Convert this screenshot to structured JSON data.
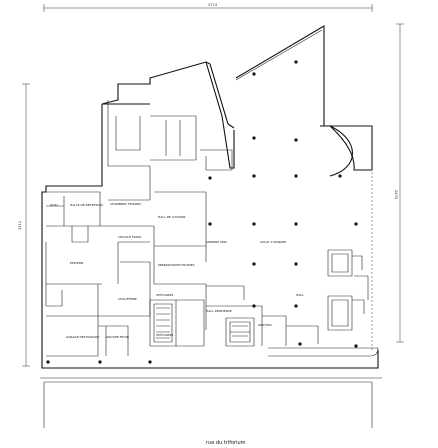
{
  "rooms": {
    "chambres_froides": "CHAMBRES FROIDES",
    "quai": "QUAI",
    "halle_reception": "HALLE DE RECEPTION",
    "hall_cuisson": "HALL DE CUISSON",
    "cellule_froid": "CELLULE FROID",
    "epicerie": "EPICERIE",
    "preparations_froides": "PREPARATIONS FROIDES",
    "arriere_self": "ARRIERE SELF",
    "salle_a_manger": "SALLE A MANGER",
    "vestiaires_1": "VESTIAIRES",
    "vestiaires_2": "VESTIAIRES",
    "chaufferie": "CHAUFFERIE",
    "hall_residence": "HALL RESIDENCE",
    "hall": "HALL",
    "gestion": "GESTION",
    "garage_restaurant": "GARAGE RESTAURANT",
    "groupe_froid": "GROUPE FROID"
  },
  "dimensions": {
    "top": "3714",
    "right": "2470",
    "left": "3211"
  },
  "street_label": "rue du triforium"
}
